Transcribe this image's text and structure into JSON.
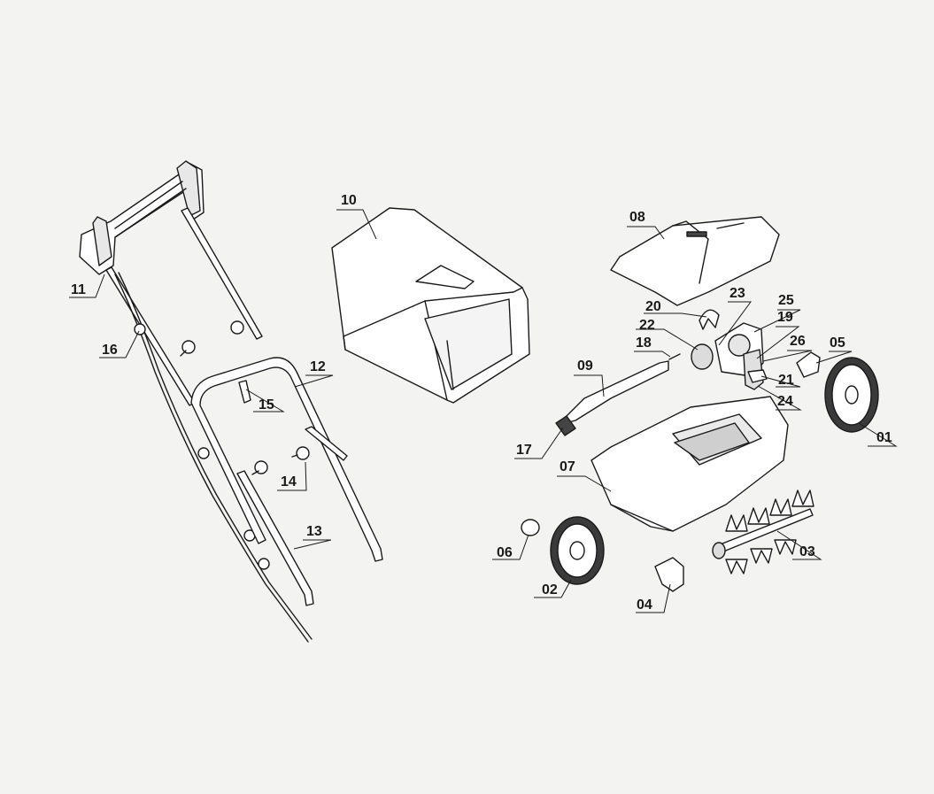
{
  "diagram": {
    "parts": [
      {
        "id": "01",
        "label": "01"
      },
      {
        "id": "02",
        "label": "02"
      },
      {
        "id": "03",
        "label": "03"
      },
      {
        "id": "04",
        "label": "04"
      },
      {
        "id": "05",
        "label": "05"
      },
      {
        "id": "06",
        "label": "06"
      },
      {
        "id": "07",
        "label": "07"
      },
      {
        "id": "08",
        "label": "08"
      },
      {
        "id": "09",
        "label": "09"
      },
      {
        "id": "10",
        "label": "10"
      },
      {
        "id": "11",
        "label": "11"
      },
      {
        "id": "12",
        "label": "12"
      },
      {
        "id": "13",
        "label": "13"
      },
      {
        "id": "14",
        "label": "14"
      },
      {
        "id": "15",
        "label": "15"
      },
      {
        "id": "16",
        "label": "16"
      },
      {
        "id": "17",
        "label": "17"
      },
      {
        "id": "18",
        "label": "18"
      },
      {
        "id": "19",
        "label": "19"
      },
      {
        "id": "20",
        "label": "20"
      },
      {
        "id": "21",
        "label": "21"
      },
      {
        "id": "22",
        "label": "22"
      },
      {
        "id": "23",
        "label": "23"
      },
      {
        "id": "24",
        "label": "24"
      },
      {
        "id": "25",
        "label": "25"
      },
      {
        "id": "26",
        "label": "26"
      }
    ],
    "colors": {
      "background": "#f3f3f1",
      "ink": "#1a1a1a",
      "part_fill": "#ffffff",
      "shade": "#cfcfcf"
    }
  }
}
